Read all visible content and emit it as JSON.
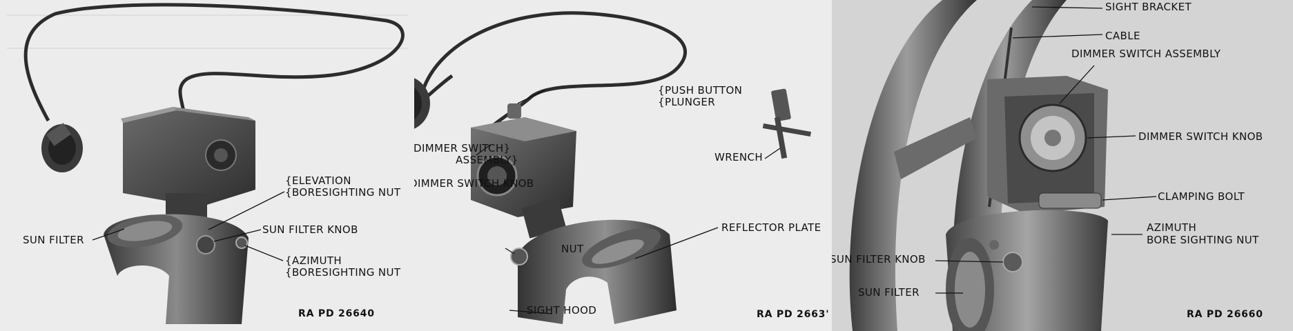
{
  "figures": [
    {
      "caption": "RA PD 26640",
      "labels": {
        "elevation_nut": [
          "{ELEVATION",
          "{BORESIGHTING NUT"
        ],
        "sun_filter_knob": "SUN FILTER KNOB",
        "sun_filter": "SUN FILTER",
        "azimuth_nut": [
          "{AZIMUTH",
          "{BORESIGHTING NUT"
        ]
      }
    },
    {
      "caption": "RA PD 2663'",
      "labels": {
        "push_button": [
          "{PUSH BUTTON",
          "{PLUNGER"
        ],
        "wrench": "WRENCH",
        "dimmer_switch_assembly": [
          "DIMMER SWITCH}",
          "ASSEMBLY}"
        ],
        "dimmer_switch_knob": "DIMMER SWITCH KNOB",
        "reflector_plate": "REFLECTOR PLATE",
        "nut": "NUT",
        "sight_hood": "SIGHT HOOD"
      }
    },
    {
      "caption": "RA  PD 26660",
      "labels": {
        "sight_bracket": "SIGHT BRACKET",
        "cable": "CABLE",
        "dimmer_switch_assembly": "DIMMER SWITCH ASSEMBLY",
        "dimmer_switch_knob": "DIMMER SWITCH KNOB",
        "clamping_bolt": "CLAMPING BOLT",
        "azimuth_nut": [
          "AZIMUTH",
          "BORE SIGHTING NUT"
        ],
        "sun_filter_knob": "SUN FILTER KNOB",
        "sun_filter": "SUN FILTER"
      }
    }
  ],
  "colors": {
    "paper": "#ececec",
    "metal_dark": "#4a4a4a",
    "metal_mid": "#7a7a7a",
    "metal_light": "#bdbdbd",
    "ink": "#111111"
  }
}
